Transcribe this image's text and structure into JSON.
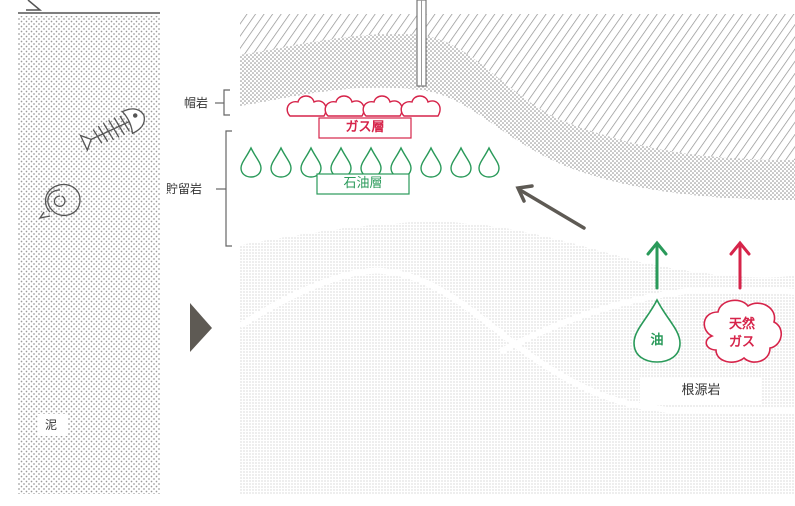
{
  "labels": {
    "cap_rock": "帽岩",
    "reservoir_rock": "貯留岩",
    "gas_layer": "ガス層",
    "oil_layer": "石油層",
    "source_rock": "根源岩",
    "mud": "泥",
    "oil": "油",
    "natural_gas_line1": "天然",
    "natural_gas_line2": "ガス"
  },
  "colors": {
    "gas": "#d6244a",
    "oil": "#2a9a5a",
    "dark_gray": "#5e5a54",
    "dots": "#9a9a9a"
  }
}
